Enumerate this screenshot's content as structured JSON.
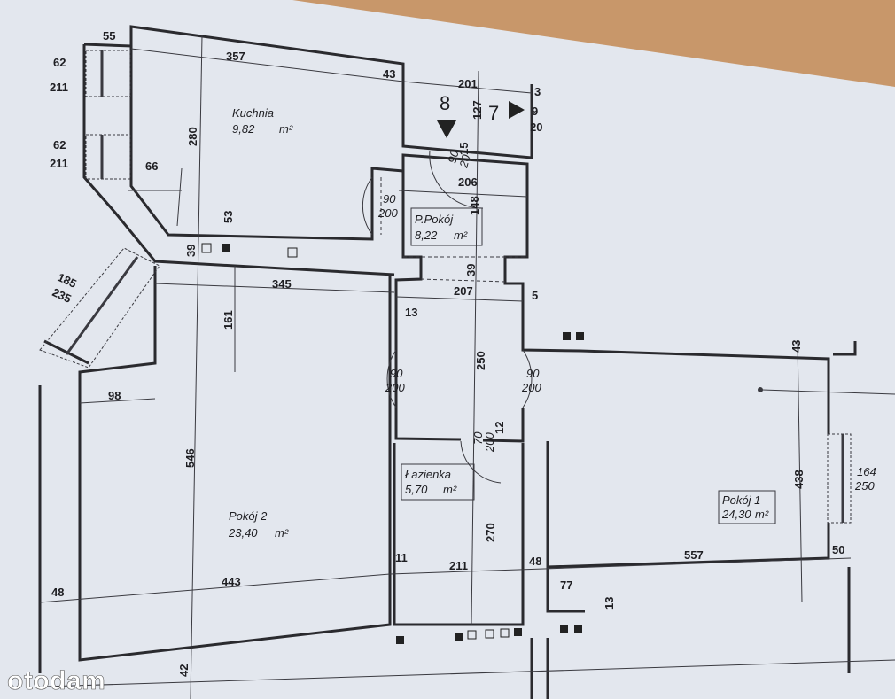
{
  "rooms": {
    "kitchen": {
      "name": "Kuchnia",
      "area": "9,82",
      "unit": "m²"
    },
    "small_room": {
      "name": "P.Pokój",
      "area": "8,22",
      "unit": "m²"
    },
    "bathroom": {
      "name": "Łazienka",
      "area": "5,70",
      "unit": "m²"
    },
    "room2": {
      "name": "Pokój 2",
      "area": "23,40",
      "unit": "m²"
    },
    "room1": {
      "name": "Pokój 1",
      "area": "24,30",
      "unit": "m²"
    }
  },
  "markers": {
    "eight": "8",
    "seven": "7"
  },
  "dims": [
    "55",
    "357",
    "43",
    "201",
    "127",
    "3",
    "9",
    "20",
    "62",
    "211",
    "62",
    "211",
    "66",
    "280",
    "53",
    "39",
    "90",
    "200",
    "90",
    "20",
    "15",
    "206",
    "148",
    "39",
    "207",
    "5",
    "345",
    "161",
    "185",
    "235",
    "13",
    "98",
    "250",
    "90",
    "200",
    "90",
    "200",
    "70",
    "200",
    "12",
    "546",
    "270",
    "438",
    "43",
    "164",
    "250",
    "11",
    "211",
    "48",
    "557",
    "50",
    "48",
    "443",
    "77",
    "13",
    "42"
  ],
  "watermark": "otodam",
  "colors": {
    "paper": "#e3e7ee",
    "wood": "#c8976a",
    "ink": "#2a2a2e"
  }
}
